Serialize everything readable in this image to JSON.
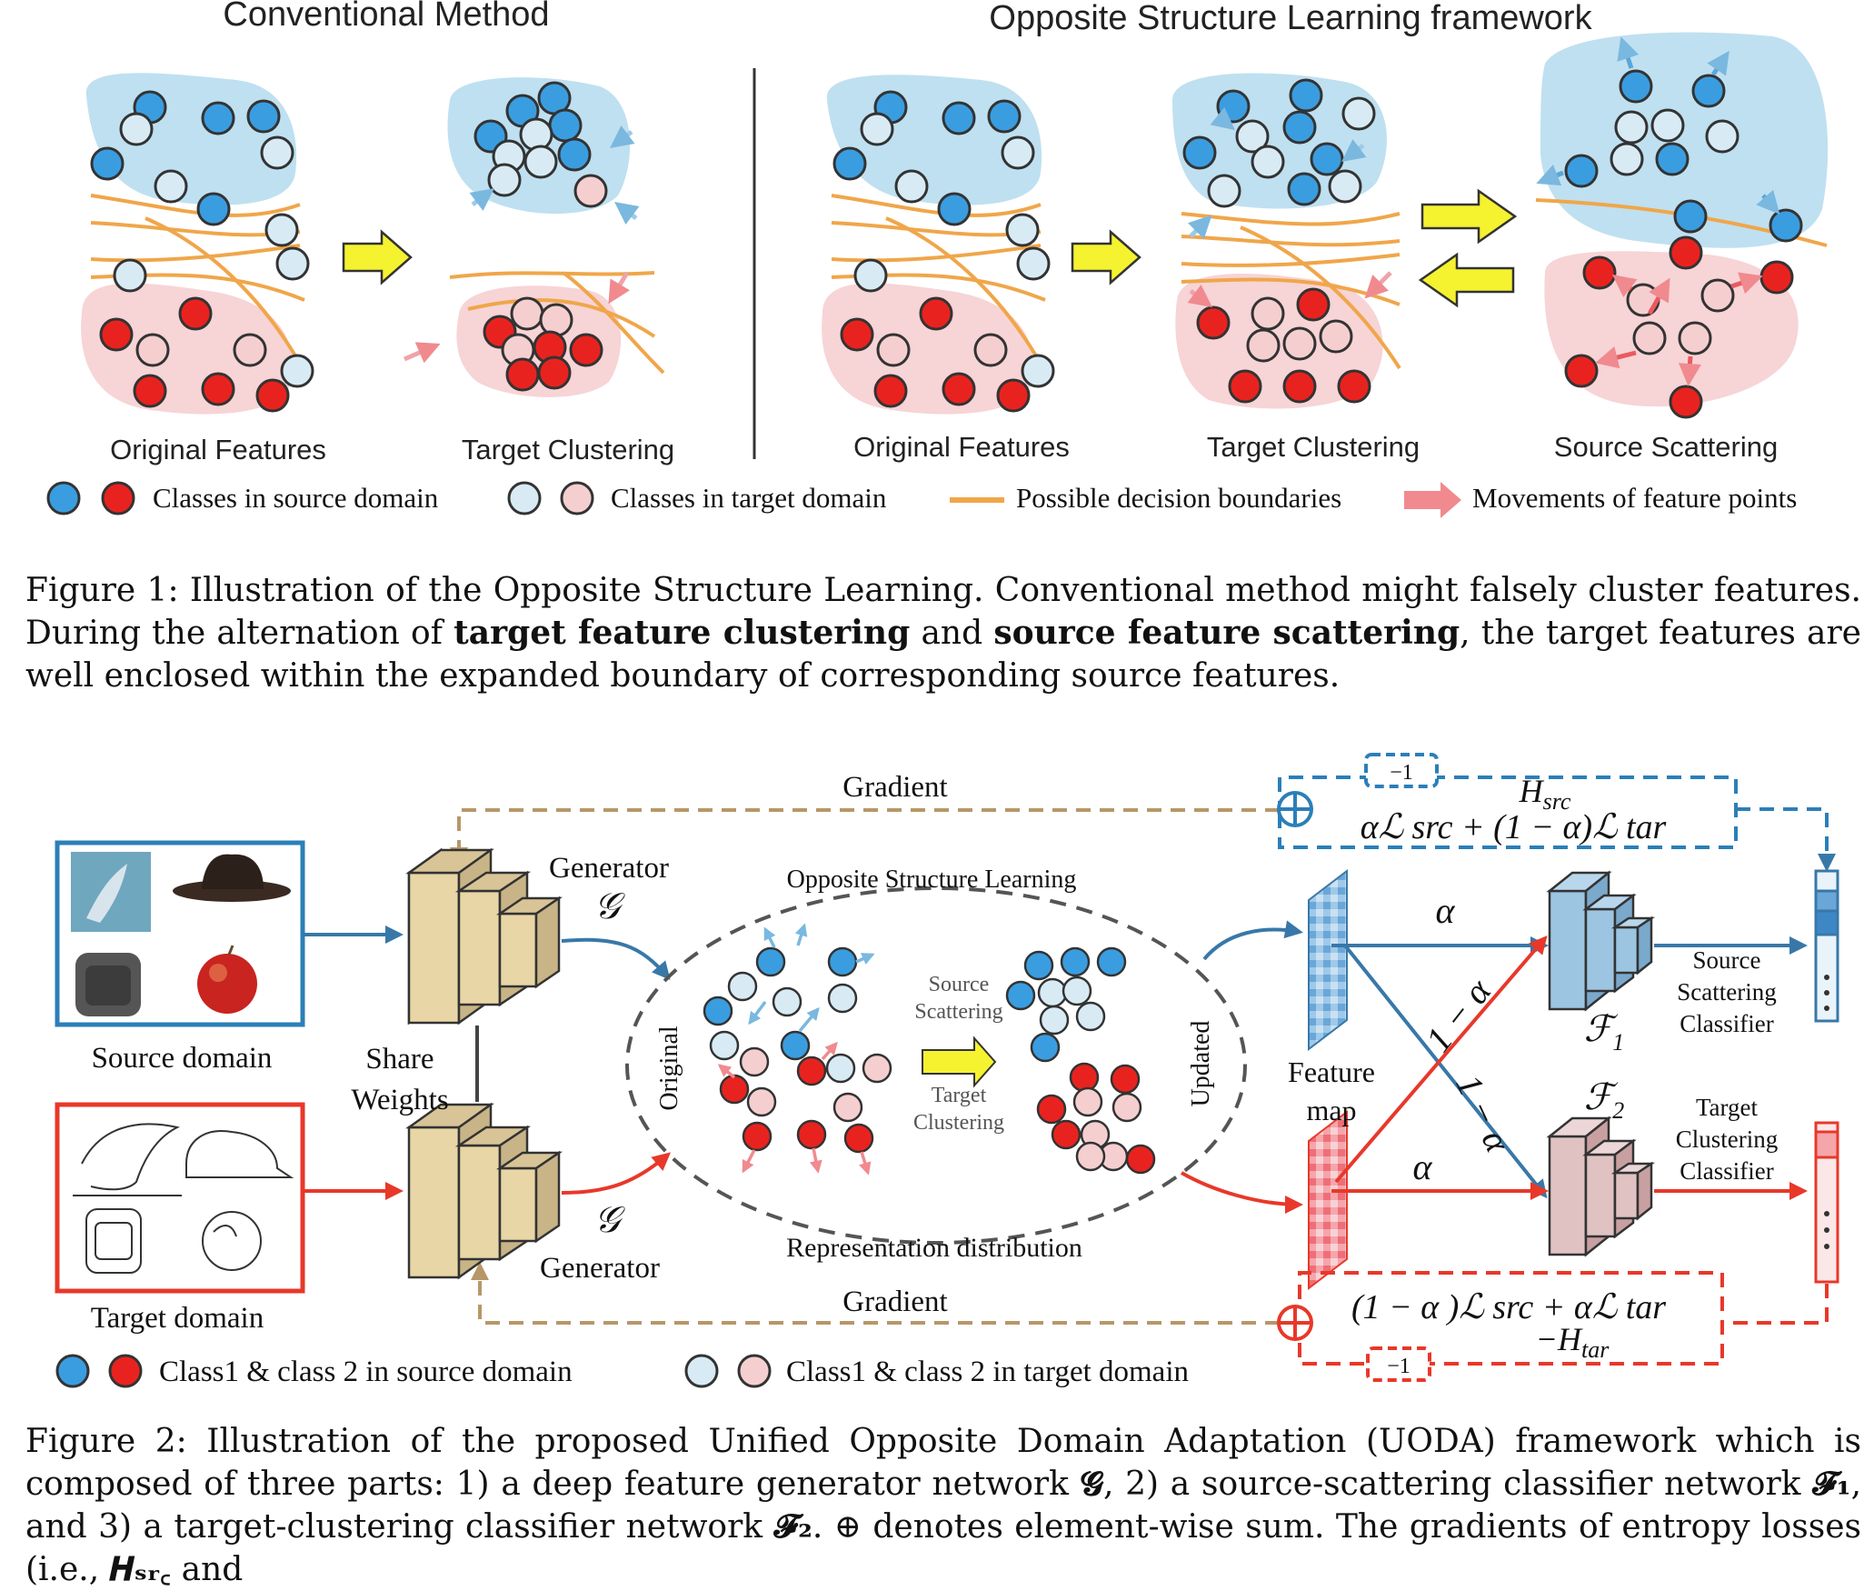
{
  "figure1": {
    "left_title": "Conventional  Method",
    "right_title": "Opposite Structure Learning framework",
    "panel_labels": [
      "Original Features",
      "Target Clustering",
      "Original Features",
      "Target Clustering",
      "Source Scattering"
    ],
    "legend": {
      "source": "Classes in source domain",
      "target": "Classes in target domain",
      "boundaries": "Possible decision boundaries",
      "movements": "Movements of feature points"
    },
    "caption": {
      "p1": "Figure 1: Illustration of the Opposite Structure Learning.  Conventional method might falsely cluster features. During the alternation of ",
      "b1": "target feature clustering",
      "p2": " and ",
      "b2": "source feature scattering",
      "p3": ", the target features are well enclosed within the expanded boundary of corresponding source features."
    }
  },
  "figure2": {
    "gradient_top": "Gradient",
    "gradient_bottom": "Gradient",
    "minus_one": "−1",
    "h_src": "H",
    "h_src_sub": "src",
    "top_loss": "αℒ src + (1 − α)ℒ tar",
    "bottom_loss": "(1 − α )ℒ src + αℒ tar",
    "h_tar": "−H",
    "h_tar_sub": "tar",
    "generator_top": "Generator",
    "generator_bottom": "Generator",
    "g_symbol": "𝒢",
    "share_weights_1": "Share",
    "share_weights_2": "Weights",
    "source_domain": "Source domain",
    "target_domain": "Target domain",
    "osl_title": "Opposite Structure Learning",
    "original": "Original",
    "updated": "Updated",
    "source_scattering_1": "Source",
    "source_scattering_2": "Scattering",
    "target_clustering_1": "Target",
    "target_clustering_2": "Clustering",
    "rep_dist": "Representation distribution",
    "alpha": "α",
    "one_minus_alpha": "1 − α",
    "feature_map_1": "Feature",
    "feature_map_2": "map",
    "f1": "ℱ",
    "f1_sub": "1",
    "f2": "ℱ",
    "f2_sub": "2",
    "src_classifier": [
      "Source",
      "Scattering",
      "Classifier"
    ],
    "tgt_classifier": [
      "Target",
      "Clustering",
      "Classifier"
    ],
    "legend_source": "Class1 & class 2 in source domain",
    "legend_target": "Class1 & class 2 in target domain",
    "caption": {
      "p1": "Figure 2: Illustration of the proposed Unified Opposite Domain Adaptation (UODA) framework which is composed of three parts: 1) a deep feature generator network ",
      "g": "𝓖",
      "p2": ", 2) a source-scattering classifier network ",
      "f1": "𝓕₁",
      "p3": ", and 3) a target-clustering classifier network ",
      "f2": "𝓕₂",
      "p4": ". ⊕ denotes element-wise sum. The gradients of entropy losses (i.e., ",
      "h": "𝑯ₛᵣ꜀",
      "p5": " and"
    }
  },
  "colors": {
    "source_blue": "#3a9de0",
    "target_blue": "#d8ebf5",
    "source_red": "#e8231f",
    "target_red": "#f5cfd0",
    "blob_blue": "#bfe0f0",
    "blob_red": "#f7d4d6",
    "boundary": "#f0a64a",
    "arrow_yellow": "#f5f230",
    "gradient_brown": "#b79768",
    "path_blue": "#3878a8",
    "path_red": "#e8382a"
  }
}
